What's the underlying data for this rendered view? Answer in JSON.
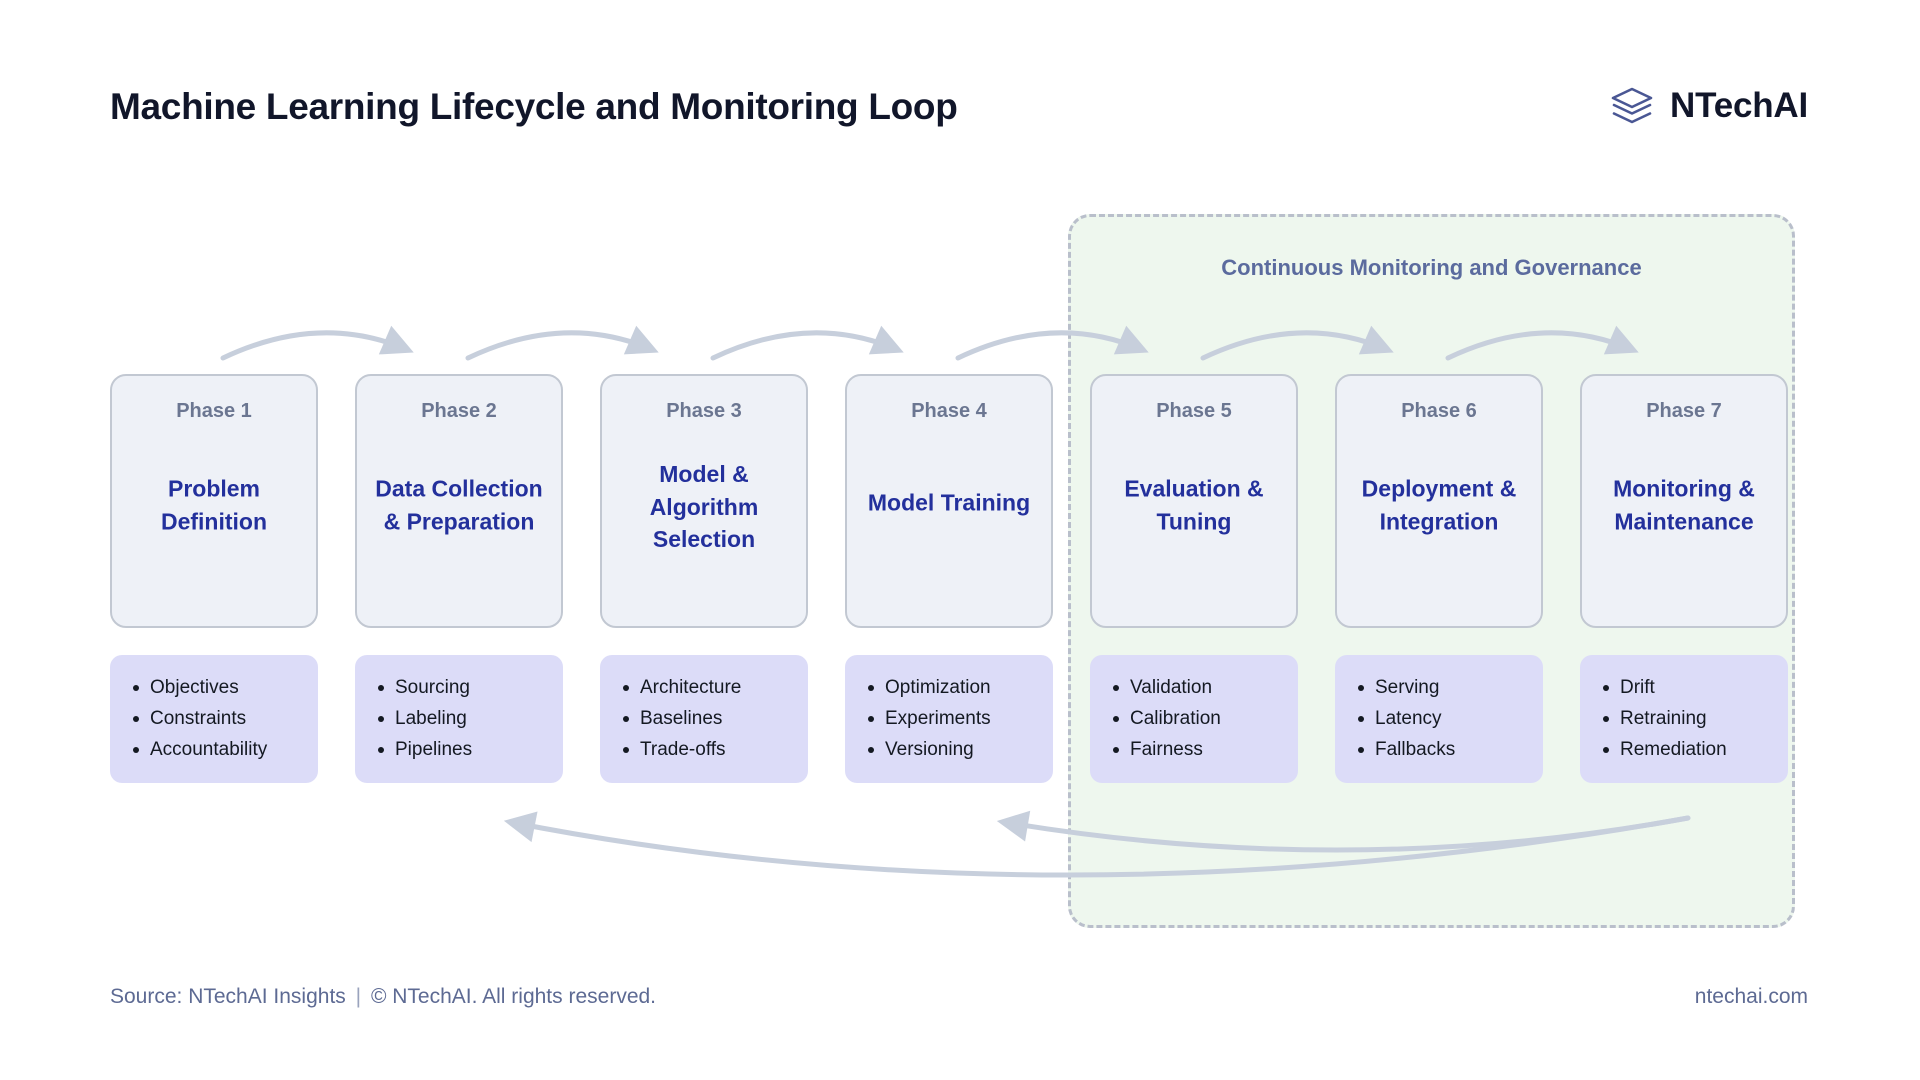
{
  "header": {
    "title": "Machine Learning Lifecycle and Monitoring Loop",
    "brand_name": "NTechAI",
    "brand_icon": "layers-stack-icon"
  },
  "governance": {
    "title": "Continuous Monitoring and Governance"
  },
  "phases": [
    {
      "kicker": "Phase 1",
      "title": "Problem Definition",
      "bullets": [
        "Objectives",
        "Constraints",
        "Accountability"
      ]
    },
    {
      "kicker": "Phase 2",
      "title": "Data Collection & Preparation",
      "bullets": [
        "Sourcing",
        "Labeling",
        "Pipelines"
      ]
    },
    {
      "kicker": "Phase 3",
      "title": "Model & Algorithm Selection",
      "bullets": [
        "Architecture",
        "Baselines",
        "Trade-offs"
      ]
    },
    {
      "kicker": "Phase 4",
      "title": "Model Training",
      "bullets": [
        "Optimization",
        "Experiments",
        "Versioning"
      ]
    },
    {
      "kicker": "Phase 5",
      "title": "Evaluation & Tuning",
      "bullets": [
        "Validation",
        "Calibration",
        "Fairness"
      ]
    },
    {
      "kicker": "Phase 6",
      "title": "Deployment & Integration",
      "bullets": [
        "Serving",
        "Latency",
        "Fallbacks"
      ]
    },
    {
      "kicker": "Phase 7",
      "title": "Monitoring & Maintenance",
      "bullets": [
        "Drift",
        "Retraining",
        "Remediation"
      ]
    }
  ],
  "footer": {
    "source": "Source: NTechAI Insights",
    "separator": "|",
    "copyright": "© NTechAI. All rights reserved.",
    "website": "ntechai.com"
  },
  "colors": {
    "title_text": "#11162a",
    "phase_card_bg": "#eef1f7",
    "phase_card_border": "#c2c8d2",
    "phase_kicker_text": "#6b7691",
    "phase_title_text": "#23309c",
    "bullet_box_bg": "#dcdcf8",
    "governance_bg": "#eef7ee",
    "governance_border": "#b9bfcb",
    "governance_title_text": "#5b6b9e",
    "arrow": "#c7cfdc",
    "footer_text": "#5d6a93"
  }
}
